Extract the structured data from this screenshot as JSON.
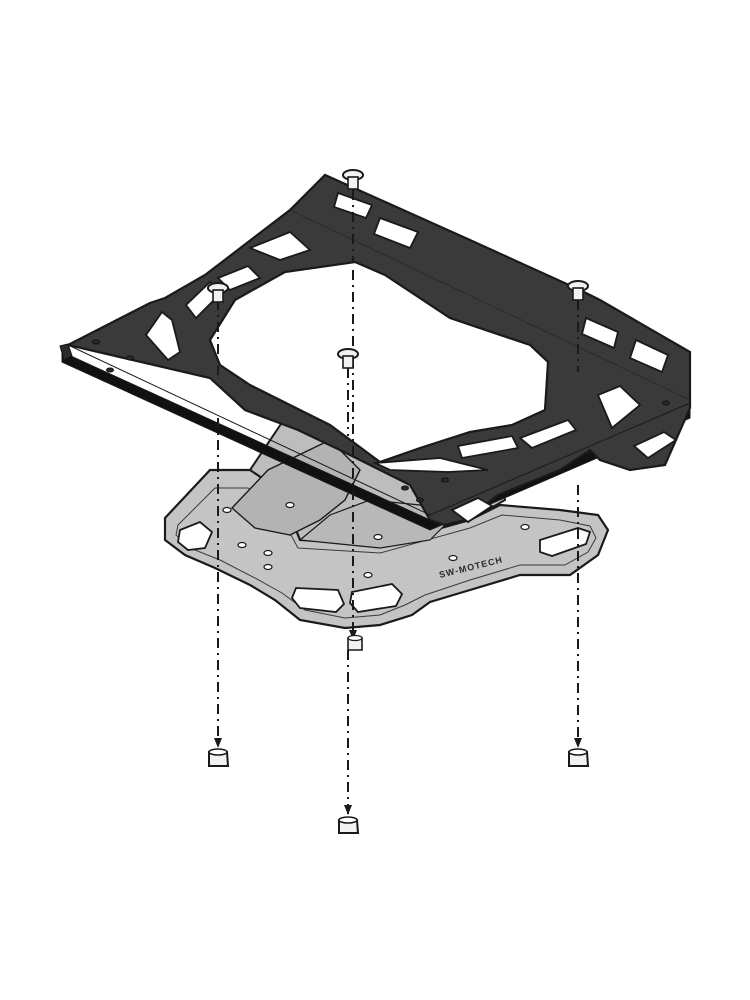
{
  "diagram": {
    "type": "exploded-assembly",
    "subject": "Rack adapter plate mounted onto luggage rack",
    "brand_mark": "SW-MOTECH",
    "colors": {
      "adapter_plate": "#3a3a3a",
      "adapter_plate_edge": "#1a1a1a",
      "rack_plate": "#c4c4c4",
      "rack_plate_shadow": "#a9a9a9",
      "outline": "#1a1a1a",
      "background": "#ffffff"
    },
    "parts": [
      {
        "name": "adapter-plate",
        "count": 1
      },
      {
        "name": "luggage-rack",
        "count": 1
      },
      {
        "name": "bolt",
        "count": 4
      },
      {
        "name": "nut",
        "count": 4
      }
    ]
  }
}
